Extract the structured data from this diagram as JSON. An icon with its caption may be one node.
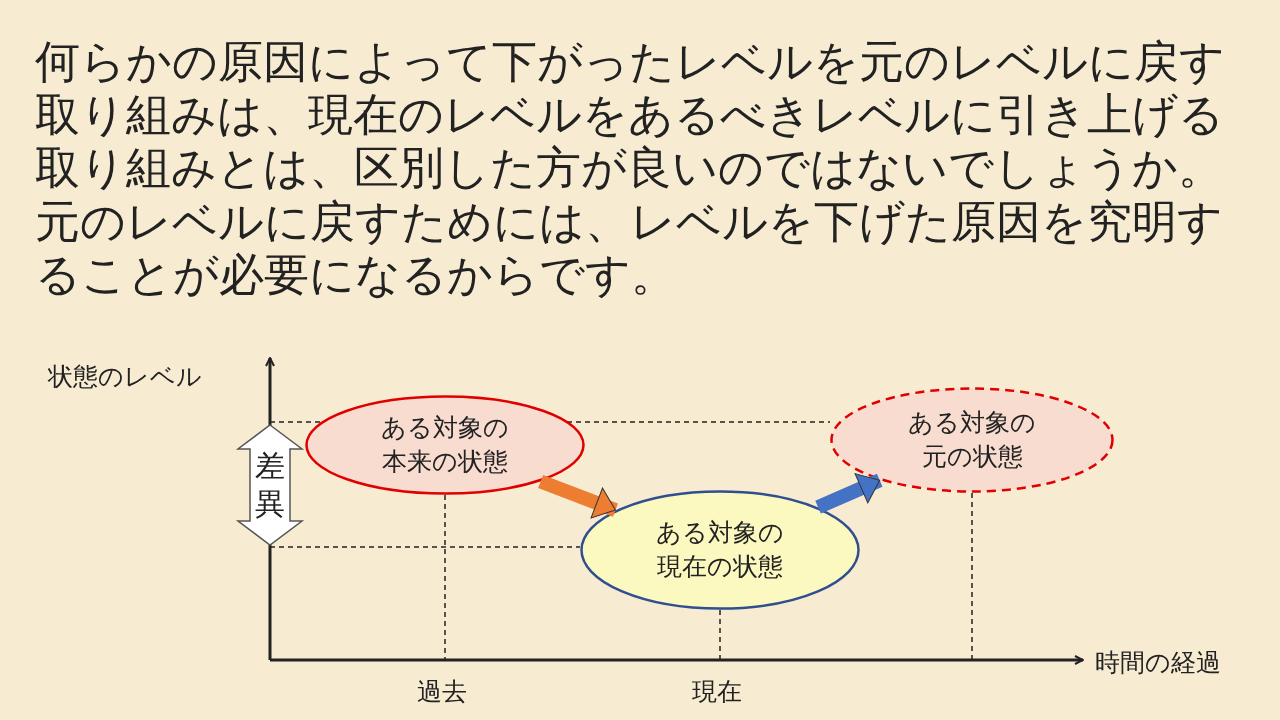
{
  "diagram": {
    "nodes": [
      {
        "text": [
          "ある対象の本来の状態"
        ]
      },
      {
        "text": [
          "ある対象の現在の状態"
        ]
      },
      {
        "text": [
          "ある対象の元の状態"
        ]
      },
      {
        "text": [
          "差異"
        ]
      }
    ],
    "edges": [
      {
        "from": 0,
        "to": 1,
        "arrow": "to",
        "color": "#ed7d31"
      },
      {
        "from": 1,
        "to": 2,
        "arrow": "to",
        "color": "#4472c4"
      }
    ],
    "labels": [
      "何らかの原因によって下がったレベルを元のレベルに戻す取り組みは、現在のレベルをあるべきレベルに引き上げる取り組みとは、区別した方が良いのではないでしょうか。",
      "元のレベルに戻すためには、レベルを下げた原因を究明することが必要になるからです。",
      "状態のレベル",
      "時間の経過",
      "過去",
      "現在"
    ]
  }
}
